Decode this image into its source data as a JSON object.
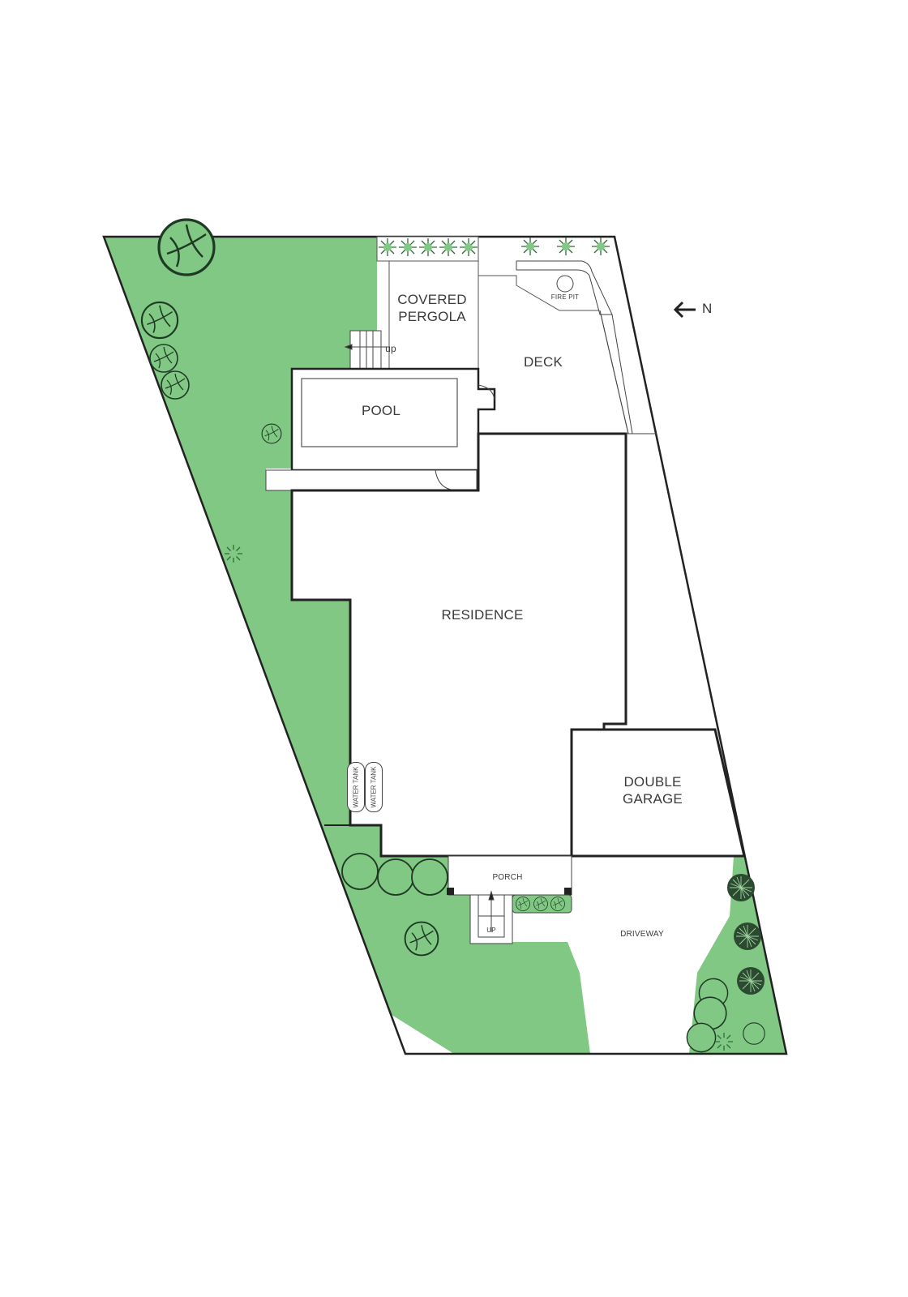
{
  "plan": {
    "type": "site-plan",
    "lawn_color": "#80c883",
    "line_color": "#222222",
    "north_indicator": {
      "label": "N",
      "arrow": "arrow-left"
    }
  },
  "rooms": {
    "covered_pergola": {
      "line1": "COVERED",
      "line2": "PERGOLA"
    },
    "deck": "DECK",
    "pool": "POOL",
    "fire_pit": "FIRE PIT",
    "residence": "RESIDENCE",
    "double_garage": {
      "line1": "DOUBLE",
      "line2": "GARAGE"
    },
    "porch": "PORCH",
    "driveway": "DRIVEWAY",
    "water_tank_1": "WATER TANK",
    "water_tank_2": "WATER TANK"
  },
  "stairs": {
    "pergola_steps": "up",
    "porch_steps": "UP"
  }
}
